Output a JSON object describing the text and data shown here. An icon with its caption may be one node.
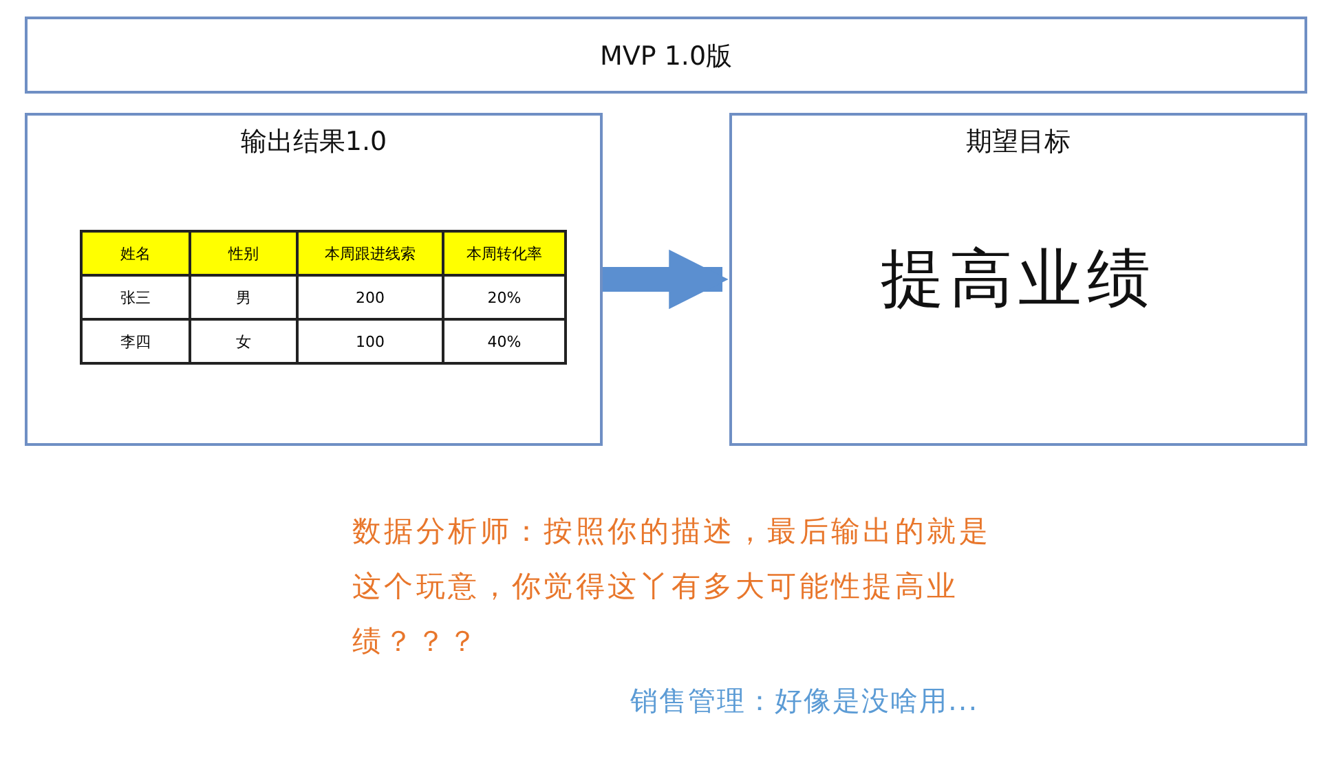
{
  "diagram": {
    "nodes": [
      {
        "text": [
          "MVP 1.0版"
        ]
      },
      {
        "text": [
          "输出结果1.0"
        ]
      },
      {
        "text": [
          "期望目标",
          "提高业绩"
        ]
      }
    ],
    "edges": [
      {
        "from": 1,
        "to": 2,
        "arrow": "to"
      }
    ],
    "labels": [
      "姓名",
      "性别",
      "本周跟进线索",
      "本周转化率",
      "张三",
      "男",
      "200",
      "20%",
      "李四",
      "女",
      "100",
      "40%",
      "数据分析师：按照你的描述，最后输出的就是这个玩意，你觉得这丫有多大可能性提高业绩？？？",
      "销售管理：好像是没啥用..."
    ]
  }
}
